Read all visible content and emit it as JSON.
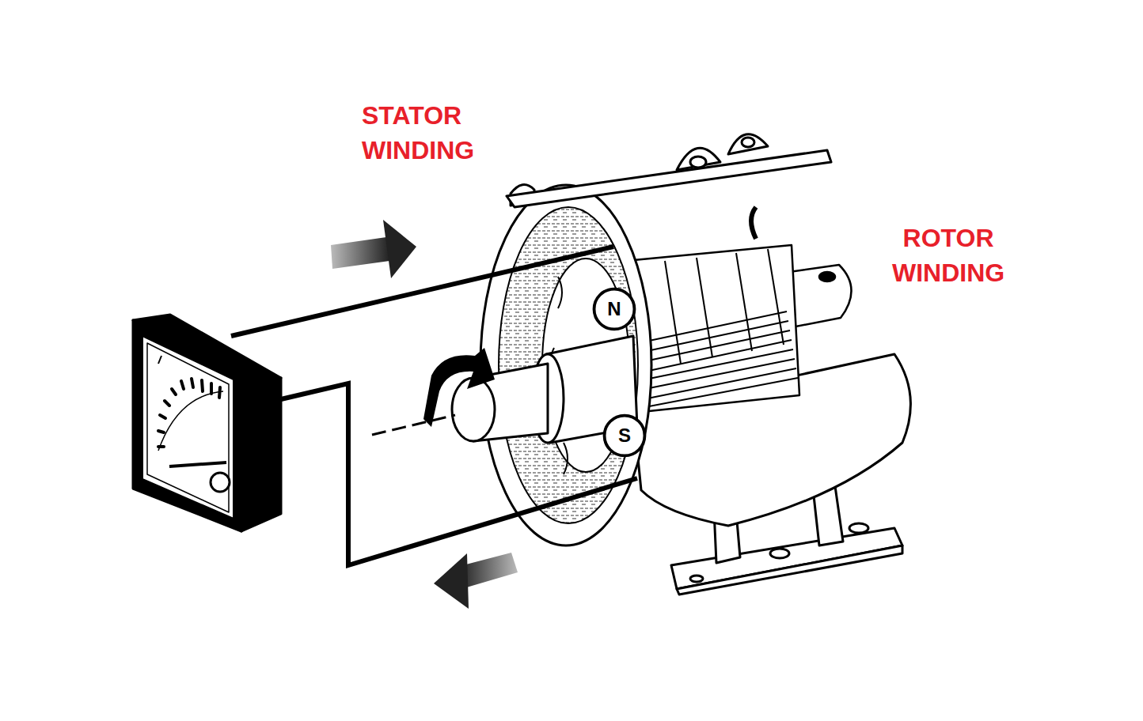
{
  "diagram": {
    "nodes": [
      {
        "text": [
          "N"
        ]
      },
      {
        "text": [
          "S"
        ]
      }
    ],
    "labels": [
      "STATOR WINDING",
      "ROTOR WINDING"
    ]
  }
}
